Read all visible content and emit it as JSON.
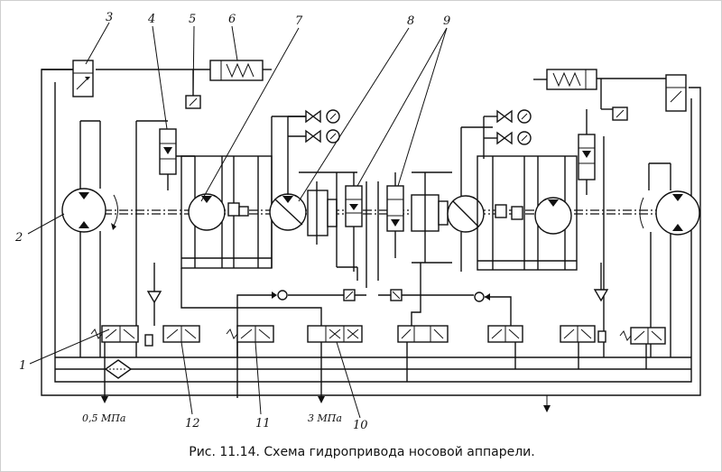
{
  "labels": {
    "l1": "1",
    "l2": "2",
    "l3": "3",
    "l4": "4",
    "l5": "5",
    "l6": "6",
    "l7": "7",
    "l8": "8",
    "l9": "9",
    "l10": "10",
    "l11": "11",
    "l12": "12"
  },
  "pressures": {
    "left": "0,5 МПа",
    "center": "3 МПа"
  },
  "caption": "Рис. 11.14. Схема гидропривода носовой аппарели."
}
